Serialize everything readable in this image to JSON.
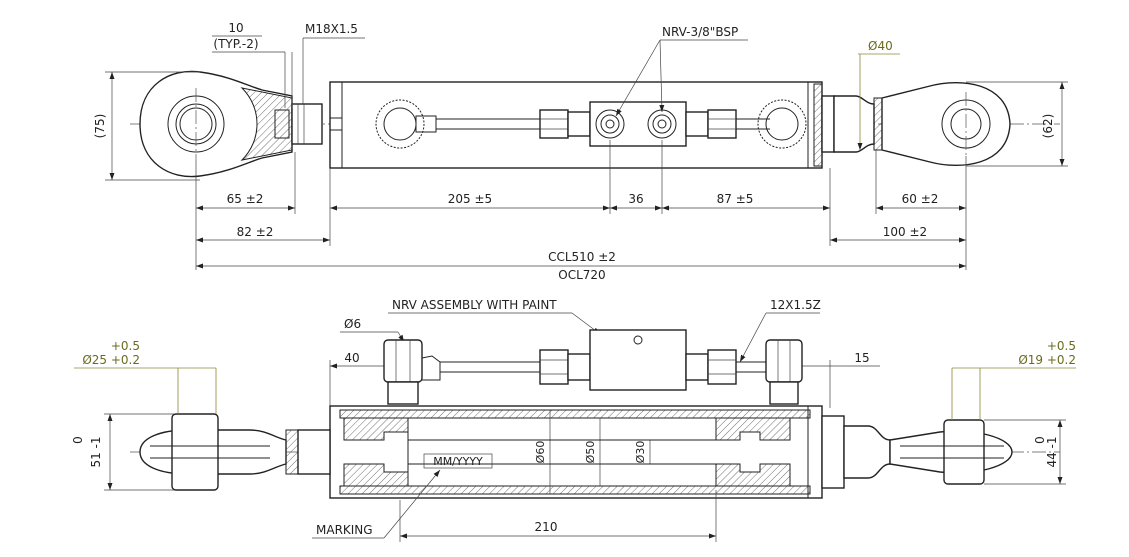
{
  "top_view": {
    "dim_thread_pitch": "10",
    "dim_thread_pitch_typ": "(TYP.-2)",
    "thread_callout": "M18X1.5",
    "port_callout": "NRV-3/8\"BSP",
    "dia_rod_eye": "Ø40",
    "dim_height_left": "(75)",
    "dim_height_right": "(62)",
    "dim_65": "65 ±2",
    "dim_205": "205 ±5",
    "dim_36": "36",
    "dim_87": "87 ±5",
    "dim_60": "60 ±2",
    "dim_82": "82 ±2",
    "dim_100": "100 ±2",
    "dim_ccl": "CCL510 ±2",
    "dim_ocl": "OCL720"
  },
  "bottom_view": {
    "nrv_callout": "NRV ASSEMBLY WITH PAINT",
    "tube_callout": "12X1.5Z",
    "dia_tube": "Ø6",
    "dim_40": "40",
    "dim_15": "15",
    "left_bore_tol_upper": "+0.5",
    "left_bore_dia": "Ø25 +0.2",
    "right_bore_tol_upper": "+0.5",
    "right_bore_dia": "Ø19 +0.2",
    "left_width_upper": "0",
    "left_width": "51 -1",
    "right_width_upper": "0",
    "right_width": "44 -1",
    "dia_60": "Ø60",
    "dia_50": "Ø50",
    "dia_30": "Ø30",
    "date_marking": "MM/YYYY",
    "marking_label": "MARKING",
    "dim_210": "210"
  },
  "colors": {
    "line": "#222222",
    "tolerance_leader": "#8a8a3a"
  }
}
